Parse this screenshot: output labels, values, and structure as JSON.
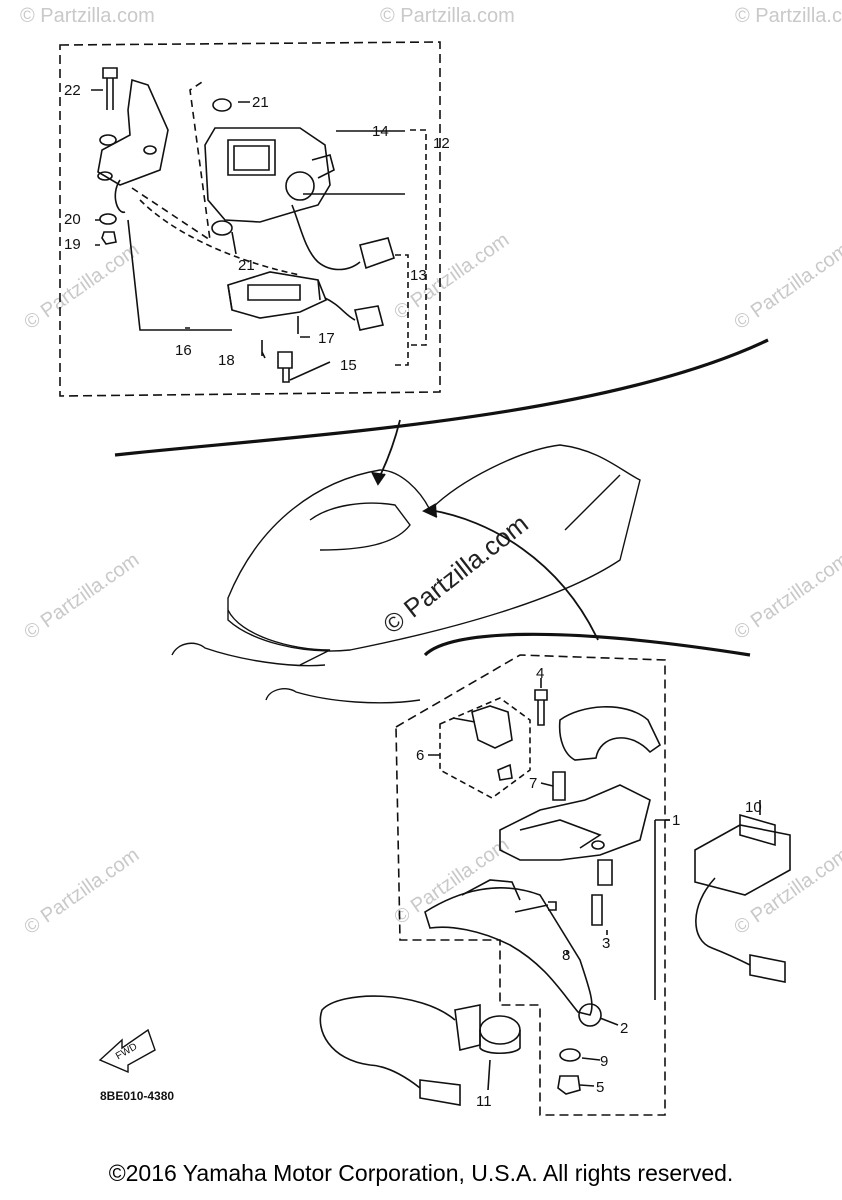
{
  "watermark": "© Partzilla.com",
  "part_code": "8BE010-4380",
  "fwd_label": "FWD",
  "copyright": "©2016 Yamaha Motor Corporation, U.S.A. All rights reserved.",
  "callouts": {
    "c1": "1",
    "c2": "2",
    "c3": "3",
    "c4": "4",
    "c5": "5",
    "c6": "6",
    "c7": "7",
    "c8": "8",
    "c9": "9",
    "c10": "10",
    "c11": "11",
    "c12": "12",
    "c13": "13",
    "c14": "14",
    "c15": "15",
    "c16": "16",
    "c17": "17",
    "c18": "18",
    "c19": "19",
    "c20": "20",
    "c21a": "21",
    "c21b": "21",
    "c22": "22"
  }
}
